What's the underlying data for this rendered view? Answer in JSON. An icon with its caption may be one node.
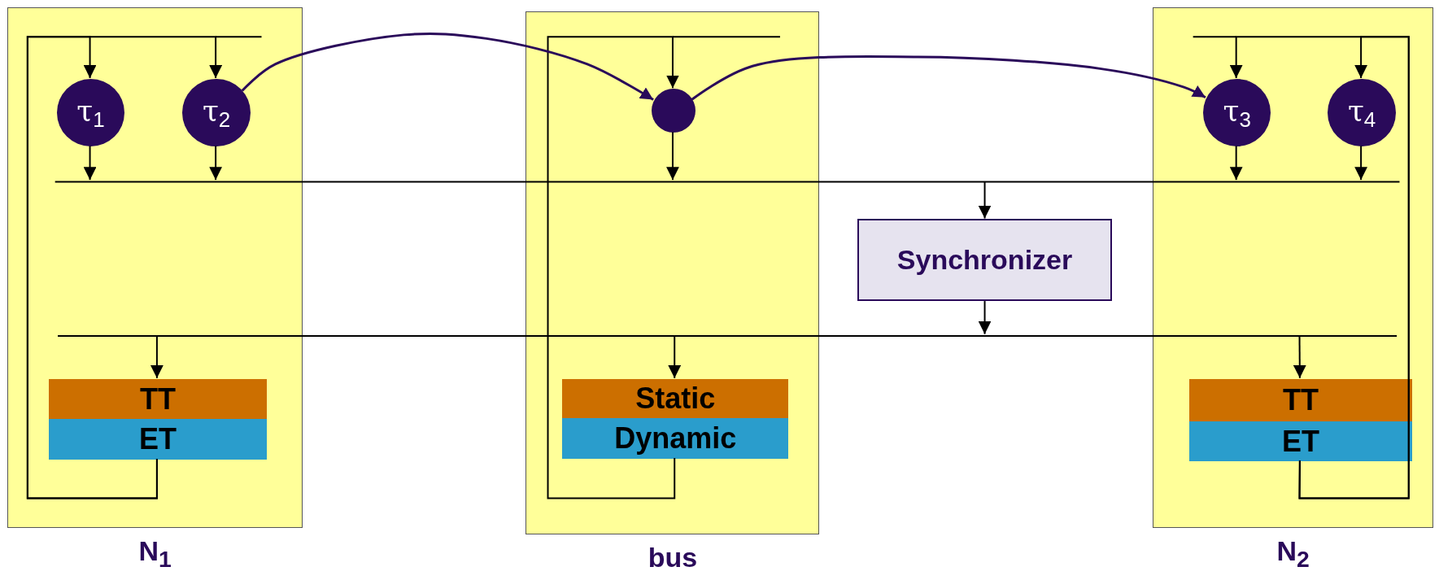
{
  "diagram": {
    "nodes": [
      {
        "text": [
          "N$_{1}$"
        ]
      },
      {
        "text": [
          "τ$_{1}$"
        ],
        "in": 0
      },
      {
        "text": [
          "τ$_{2}$"
        ],
        "in": 0
      },
      {
        "text": [
          "TT"
        ],
        "in": 0
      },
      {
        "text": [
          "ET"
        ],
        "in": 0
      },
      {
        "text": [
          "bus"
        ]
      },
      {
        "text": [],
        "shape": "circle",
        "in": 5
      },
      {
        "text": [
          "Static"
        ],
        "in": 5
      },
      {
        "text": [
          "Dynamic"
        ],
        "in": 5
      },
      {
        "text": [
          "N$_{2}$"
        ]
      },
      {
        "text": [
          "τ$_{3}$"
        ],
        "in": 9
      },
      {
        "text": [
          "τ$_{4}$"
        ],
        "in": 9
      },
      {
        "text": [
          "TT"
        ],
        "in": 9
      },
      {
        "text": [
          "ET"
        ],
        "in": 9
      },
      {
        "text": [
          "Synchronizer"
        ]
      }
    ],
    "edges": [
      {
        "from": 1,
        "to": null,
        "arrow": "to"
      },
      {
        "from": 2,
        "to": null,
        "arrow": "to"
      },
      {
        "from": 6,
        "to": null,
        "arrow": "to"
      },
      {
        "from": 10,
        "to": null,
        "arrow": "to"
      },
      {
        "from": 11,
        "to": null,
        "arrow": "to"
      },
      {
        "from": null,
        "to": 14,
        "arrow": "to"
      },
      {
        "from": 14,
        "to": null,
        "arrow": "to"
      },
      {
        "from": null,
        "to": 3,
        "arrow": "to"
      },
      {
        "from": null,
        "to": 7,
        "arrow": "to"
      },
      {
        "from": null,
        "to": 12,
        "arrow": "to"
      },
      {
        "from": 4,
        "to": 1,
        "arrow": "to"
      },
      {
        "from": 4,
        "to": 2,
        "arrow": "to"
      },
      {
        "from": 8,
        "to": 6,
        "arrow": "to"
      },
      {
        "from": 13,
        "to": 11,
        "arrow": "to"
      },
      {
        "from": 13,
        "to": 10,
        "arrow": "to"
      },
      {
        "from": 2,
        "to": 6,
        "arrow": "to",
        "color": "#2a0a5a"
      },
      {
        "from": 6,
        "to": 10,
        "arrow": "to",
        "color": "#2a0a5a"
      }
    ]
  }
}
